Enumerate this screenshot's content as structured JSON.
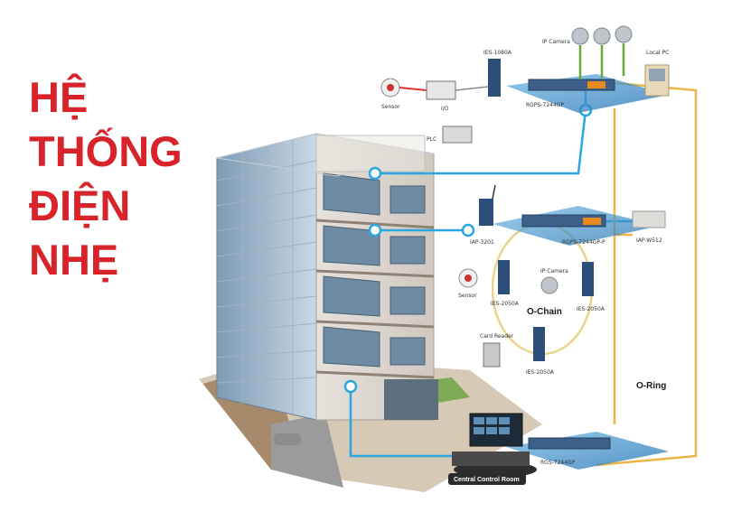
{
  "title_lines": [
    "HỆ",
    "THỐNG",
    "ĐIỆN",
    "NHẸ"
  ],
  "diagram_labels": {
    "ies_1080a": "IES-1080A",
    "ip_camera_top": "IP Camera",
    "local_pc": "Local PC",
    "sensor_top": "Sensor",
    "io": "I/O",
    "rgps_top": "RGPS-7244GP",
    "plc": "PLC",
    "iap_3201": "IAP-3201",
    "rgps_mid": "RGPS-7244GP-P",
    "iap_w512": "IAP-W512",
    "sensor_mid": "Sensor",
    "ip_camera_mid": "IP Camera",
    "ies_2050a_left": "IES-2050A",
    "o_chain": "O-Chain",
    "ies_2050a_right": "IES-2050A",
    "card_reader": "Card Reader",
    "ies_2050a_bottom": "IES-2050A",
    "o_ring": "O-Ring",
    "rgs_bottom": "RGS-7244GP",
    "central_control_room": "Central Control Room"
  },
  "colors": {
    "title_red": "#d8232a",
    "link_blue": "#2aa7e0",
    "ring_yellow": "#e9b64a",
    "chain_yellow": "#ead38b",
    "cable_green": "#6aa83a",
    "cable_red": "#d33"
  }
}
